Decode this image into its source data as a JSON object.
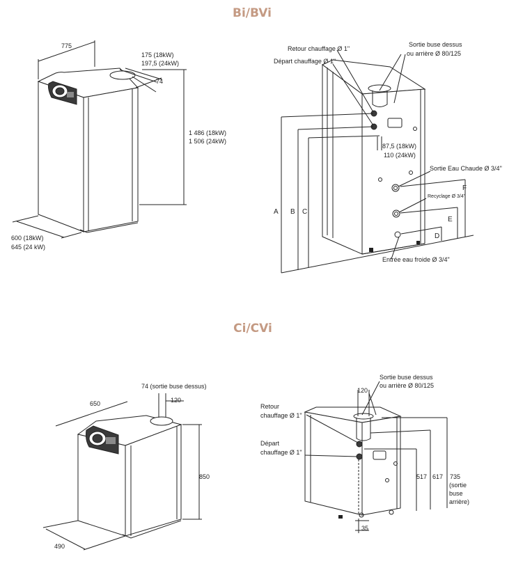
{
  "colors": {
    "title": "#c49a83",
    "line": "#222222",
    "body_fill": "#ffffff",
    "shade": "#e2e2e2",
    "panel": "#3a3a3a"
  },
  "section_top": {
    "title": "Bi/BVi",
    "left": {
      "width": "775",
      "flue1": "175 (18kW)",
      "flue2": "197,5 (24kW)",
      "flue_offset": "74",
      "height1": "1 486 (18kW)",
      "height2": "1 506 (24kW)",
      "depth1": "600 (18kW)",
      "depth2": "645 (24 kW)"
    },
    "right": {
      "retour": "Retour chauffage Ø 1\"",
      "depart": "Départ chauffage Ø 1\"",
      "sortie_buse1": "Sortie buse dessus",
      "sortie_buse2": "ou arrière Ø 80/125",
      "offset1": "87,5 (18kW)",
      "offset2": "110 (24kW)",
      "eau_chaude": "Sortie Eau Chaude Ø 3/4\"",
      "recyclage": "Recyclage Ø 3/4\"",
      "eau_froide": "Entrée eau froide Ø 3/4\"",
      "A": "A",
      "B": "B",
      "C": "C",
      "D": "D",
      "E": "E",
      "F": "F"
    }
  },
  "section_bottom": {
    "title": "Ci/CVi",
    "left": {
      "flue_top": "74 (sortie buse dessus)",
      "flue_w": "120",
      "width": "650",
      "height": "850",
      "depth": "490"
    },
    "right": {
      "sortie_buse1": "Sortie buse dessus",
      "sortie_buse2": "ou arrière Ø 80/125",
      "flue_w": "120",
      "retour1": "Retour",
      "retour2": "chauffage Ø 1\"",
      "depart1": "Départ",
      "depart2": "chauffage Ø 1\"",
      "h517": "517",
      "h617": "617",
      "h735": "735",
      "h735_note1": "(sortie",
      "h735_note2": "buse",
      "h735_note3": "arrière)",
      "foot": "35"
    }
  }
}
